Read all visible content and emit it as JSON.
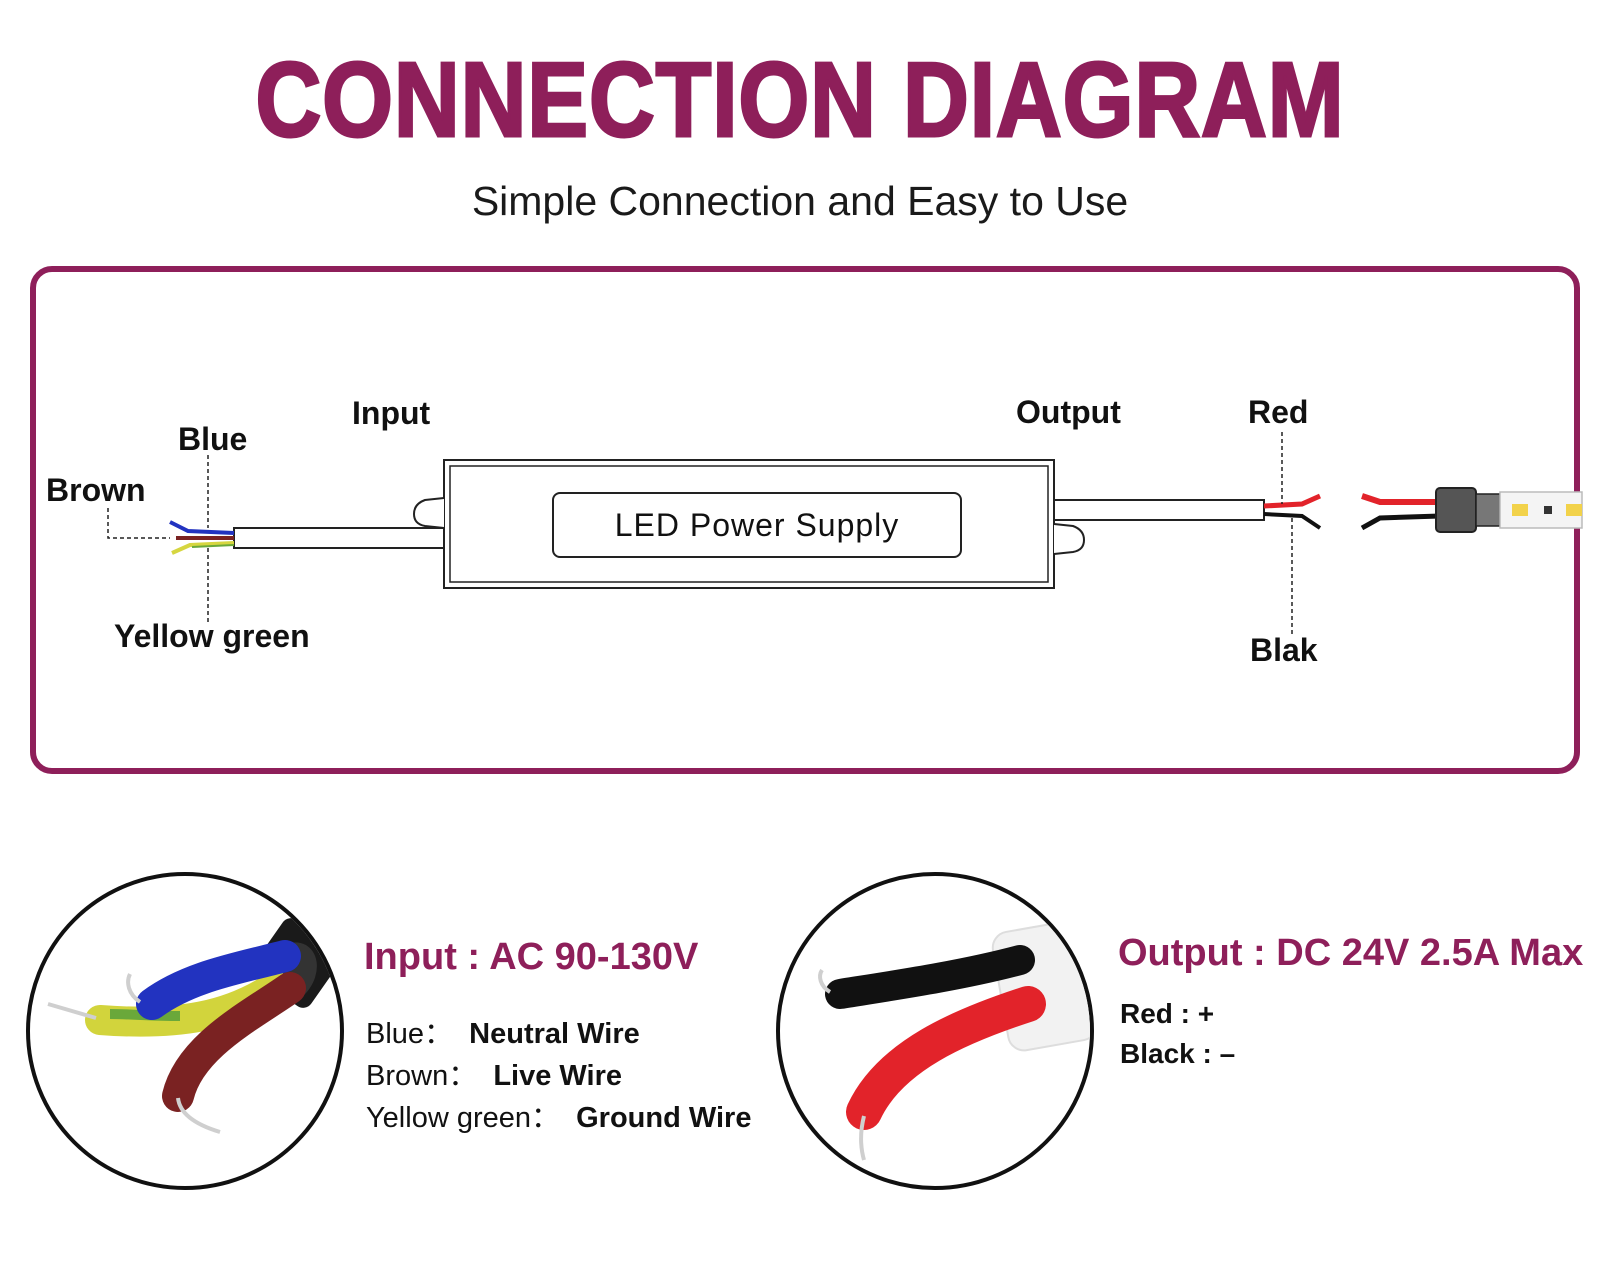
{
  "header": {
    "title": "CONNECTION DIAGRAM",
    "subtitle": "Simple Connection and Easy to Use"
  },
  "diagram": {
    "input_label": "Input",
    "output_label": "Output",
    "psu_label": "LED Power Supply",
    "wire_labels": {
      "blue": "Blue",
      "brown": "Brown",
      "yellow_green": "Yellow green",
      "red": "Red",
      "black": "Blak"
    }
  },
  "input_spec": {
    "heading": "Input : AC 90-130V",
    "rows": [
      {
        "key": "Blue：",
        "value": "Neutral Wire"
      },
      {
        "key": "Brown：",
        "value": "Live Wire"
      },
      {
        "key": "Yellow green：",
        "value": "Ground Wire"
      }
    ]
  },
  "output_spec": {
    "heading": "Output : DC 24V 2.5A Max",
    "rows": [
      {
        "text": "Red : +"
      },
      {
        "text": "Black : –"
      }
    ]
  },
  "colors": {
    "accent": "#8e1f5a",
    "wire_blue": "#2233c0",
    "wire_brown": "#7a2222",
    "wire_yellow": "#d6d640",
    "wire_green": "#6aa83a",
    "wire_red": "#e2232a",
    "wire_black": "#111111"
  }
}
